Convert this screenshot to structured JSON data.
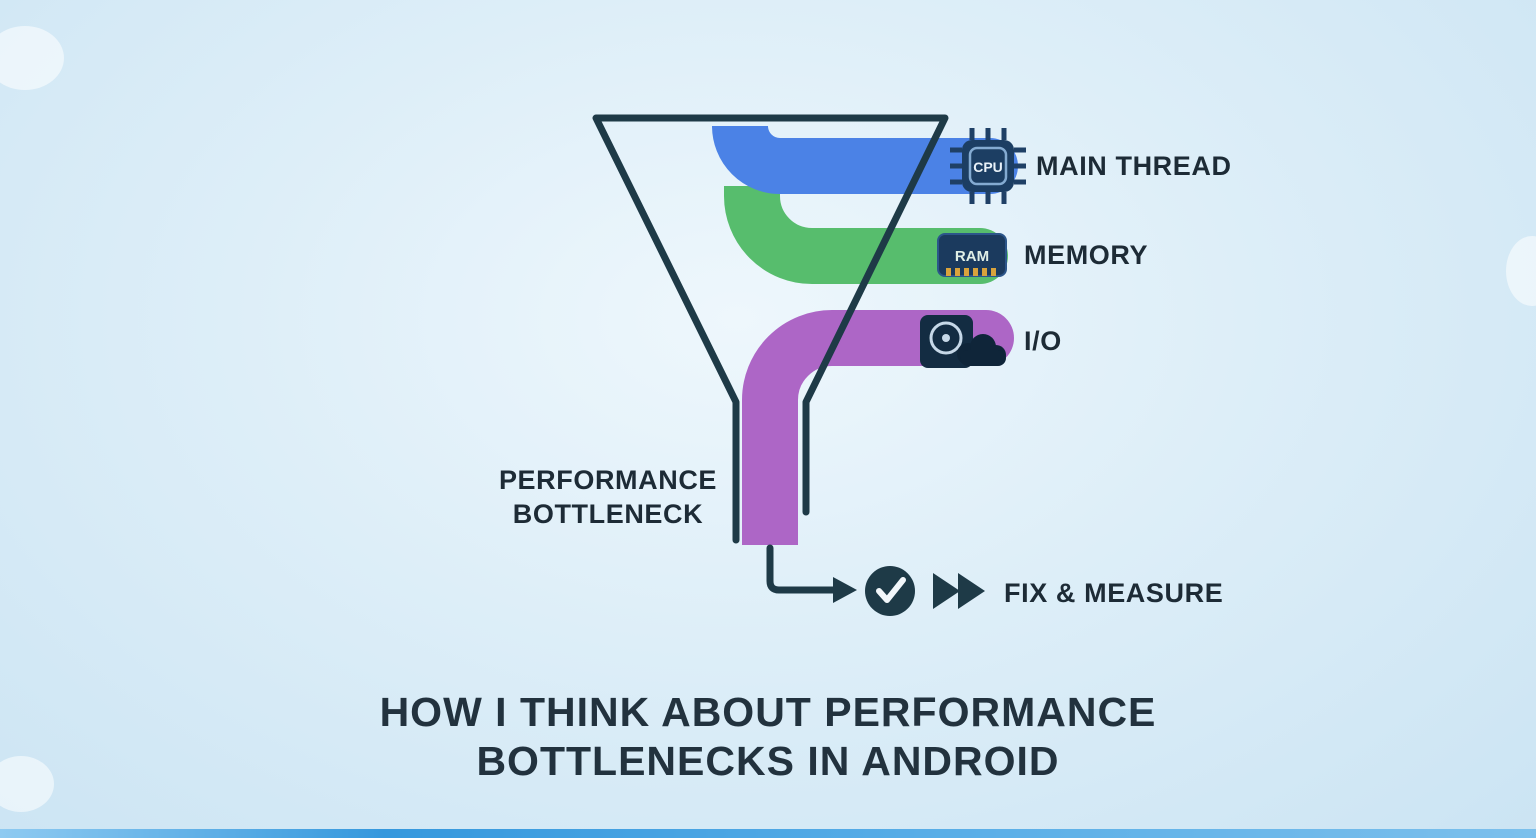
{
  "title": {
    "line1": "HOW I THINK ABOUT PERFORMANCE",
    "line2": "BOTTLENECKS IN ANDROID"
  },
  "diagram": {
    "outline_color": "#1e3a47",
    "inputs": [
      {
        "id": "main-thread",
        "label": "MAIN THREAD",
        "icon": "cpu-chip-icon",
        "icon_text": "CPU",
        "color": "#4b82e6"
      },
      {
        "id": "memory",
        "label": "MEMORY",
        "icon": "ram-icon",
        "icon_text": "RAM",
        "color": "#57bd6d"
      },
      {
        "id": "io",
        "label": "I/O",
        "icon": "disk-cloud-icon",
        "color": "#ad66c6"
      }
    ],
    "bottleneck_label": {
      "line1": "PERFORMANCE",
      "line2": "BOTTLENECK"
    },
    "output": {
      "label": "FIX & MEASURE",
      "icons": [
        "check-icon",
        "fast-forward-icon"
      ]
    }
  }
}
